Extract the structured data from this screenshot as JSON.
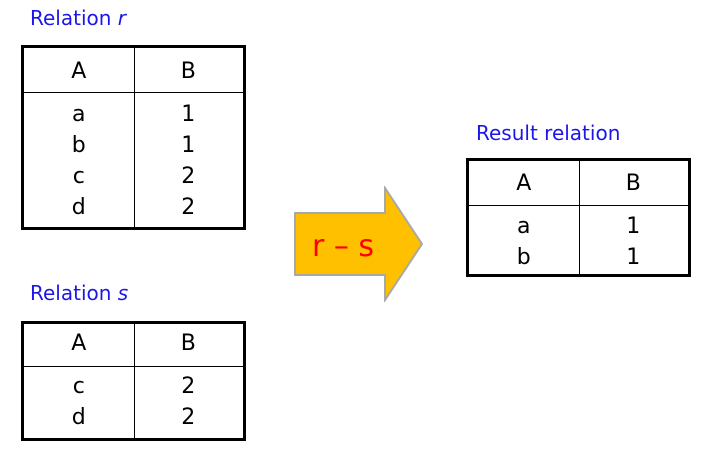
{
  "colors": {
    "title": "#1c16e6",
    "arrow_fill": "#ffc000",
    "arrow_stroke": "#a8a8a8",
    "operation": "#ff0000"
  },
  "relation_r": {
    "title_prefix": "Relation ",
    "title_var": "r",
    "headers": [
      "A",
      "B"
    ],
    "rows": [
      [
        "a",
        "1"
      ],
      [
        "b",
        "1"
      ],
      [
        "c",
        "2"
      ],
      [
        "d",
        "2"
      ]
    ]
  },
  "relation_s": {
    "title_prefix": "Relation ",
    "title_var": "s",
    "headers": [
      "A",
      "B"
    ],
    "rows": [
      [
        "c",
        "2"
      ],
      [
        "d",
        "2"
      ]
    ]
  },
  "operation": {
    "label": "r – s",
    "icon": "right-arrow-icon"
  },
  "result": {
    "title": "Result relation",
    "headers": [
      "A",
      "B"
    ],
    "rows": [
      [
        "a",
        "1"
      ],
      [
        "b",
        "1"
      ]
    ]
  }
}
